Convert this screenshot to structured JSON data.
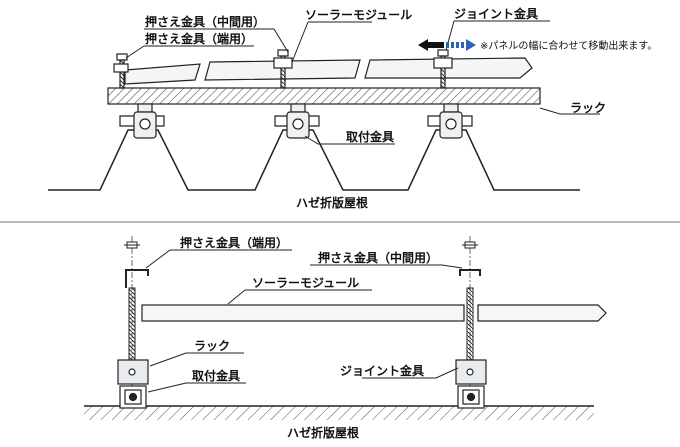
{
  "top_diagram": {
    "labels": {
      "clamp_middle": "押さえ金具（中間用）",
      "clamp_end": "押さえ金具（端用）",
      "solar_module": "ソーラーモジュール",
      "joint_fitting": "ジョイント金具",
      "note": "※パネルの幅に合わせて移動出来ます。",
      "rack": "ラック",
      "mounting_fitting": "取付金具",
      "roof": "ハゼ折版屋根"
    },
    "colors": {
      "arrow": "#000000",
      "arrow_dashed": "#2a63b7"
    }
  },
  "bottom_diagram": {
    "labels": {
      "clamp_end": "押さえ金具（端用）",
      "clamp_middle": "押さえ金具（中間用）",
      "solar_module": "ソーラーモジュール",
      "rack": "ラック",
      "mounting_fitting": "取付金具",
      "joint_fitting": "ジョイント金具",
      "roof": "ハゼ折版屋根"
    }
  },
  "colors": {
    "line": "#222222",
    "fill_light": "#e9ecef",
    "fill_panel": "#f4f6f8"
  }
}
